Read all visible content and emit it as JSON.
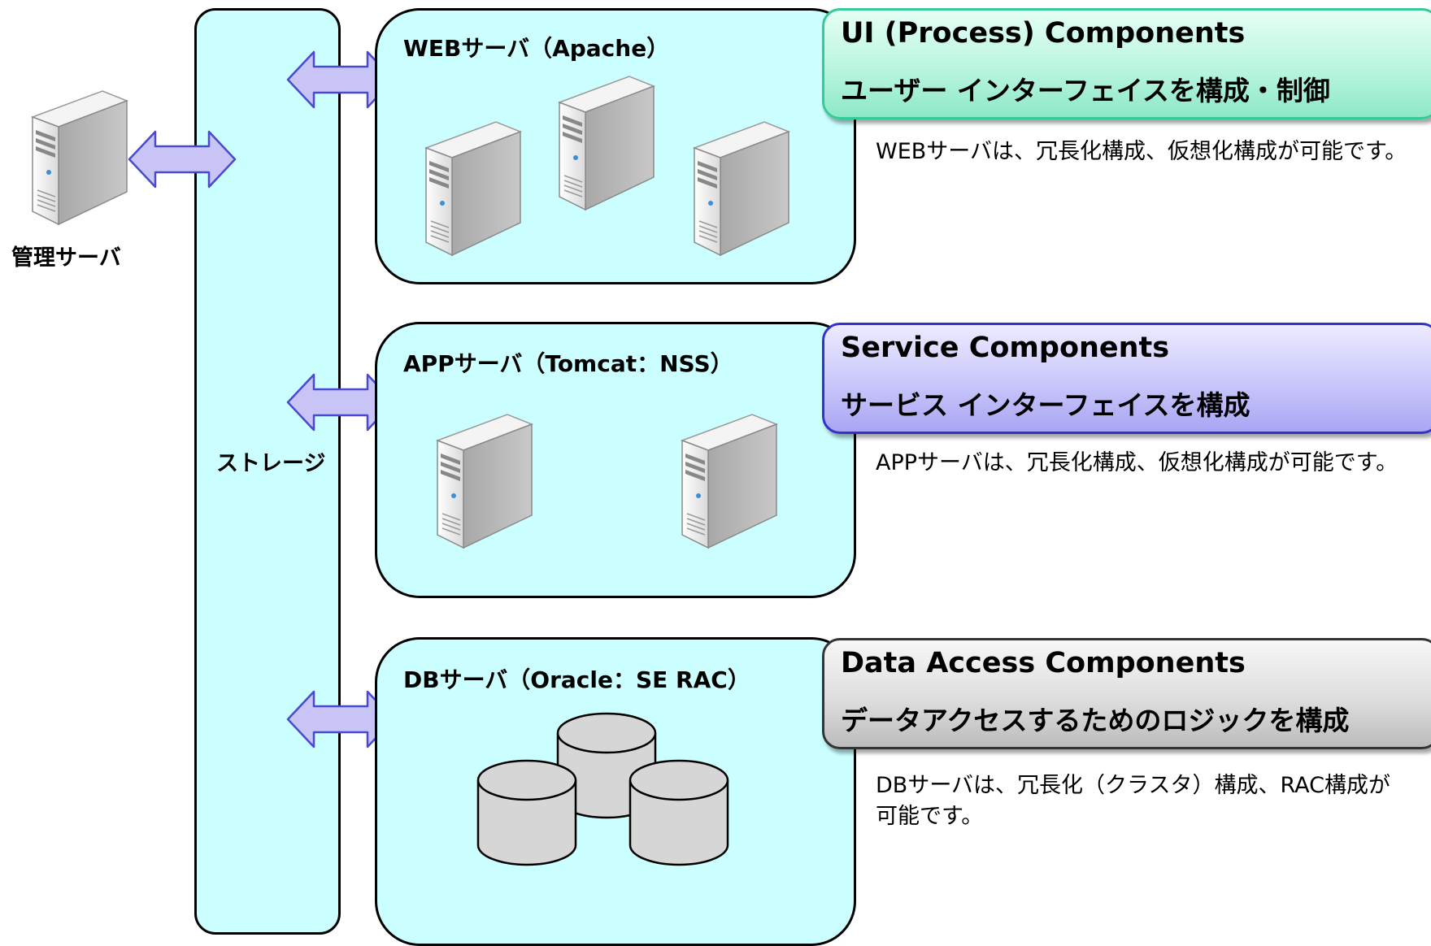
{
  "management": {
    "label": "管理サーバ"
  },
  "storage": {
    "label": "ストレージ"
  },
  "tiers": [
    {
      "title": "WEBサーバ（Apache）",
      "callout_title": "UI (Process) Components",
      "callout_subtitle": "ユーザー インターフェイスを構成・制御",
      "description": "WEBサーバは、冗長化構成、仮想化構成が可能です。"
    },
    {
      "title": "APPサーバ（Tomcat：NSS）",
      "callout_title": "Service Components",
      "callout_subtitle": "サービス インターフェイスを構成",
      "description": "APPサーバは、冗長化構成、仮想化構成が可能です。"
    },
    {
      "title": "DBサーバ（Oracle：SE RAC）",
      "callout_title": "Data Access Components",
      "callout_subtitle": "データアクセスするためのロジックを構成",
      "description": "DBサーバは、冗長化（クラスタ）構成、RAC構成が可能です。"
    }
  ],
  "colors": {
    "box_fill": "#ccffff",
    "arrow_fill": "#c8c4f5",
    "arrow_stroke": "#4a4ad0",
    "ui_border": "#33cc99",
    "service_border": "#3333cc",
    "data_border": "#333333"
  },
  "icons": [
    "server-icon",
    "database-icon",
    "double-arrow-icon"
  ]
}
